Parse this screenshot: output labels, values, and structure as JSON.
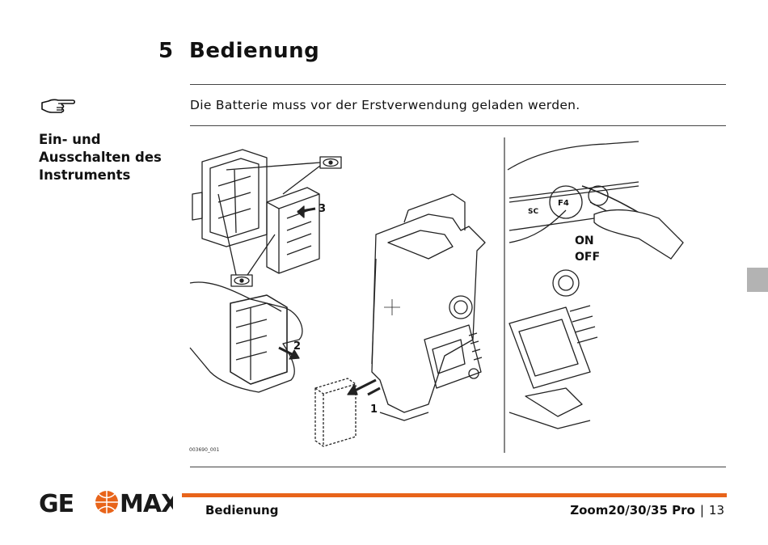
{
  "chapter": {
    "number": "5",
    "title": "Bedienung"
  },
  "note": {
    "icon": "pointing-hand-icon",
    "text": "Die Batterie muss vor der Erstverwendung geladen werden."
  },
  "side_heading": [
    "Ein- und",
    "Ausschalten des",
    "Instruments"
  ],
  "figure": {
    "callouts": {
      "step1": "1",
      "step2": "2",
      "step3": "3",
      "on": "ON",
      "off": "OFF",
      "key_f4": "F4",
      "key_esc": "SC"
    },
    "figure_id": "003690_001"
  },
  "footer": {
    "logo_text": "GEOMAX",
    "section": "Bedienung",
    "product": "Zoom20/30/35 Pro",
    "separator": "|",
    "page": "13"
  },
  "colors": {
    "accent": "#e8641a",
    "text": "#111111",
    "tab_marker": "#b3b3b3"
  }
}
